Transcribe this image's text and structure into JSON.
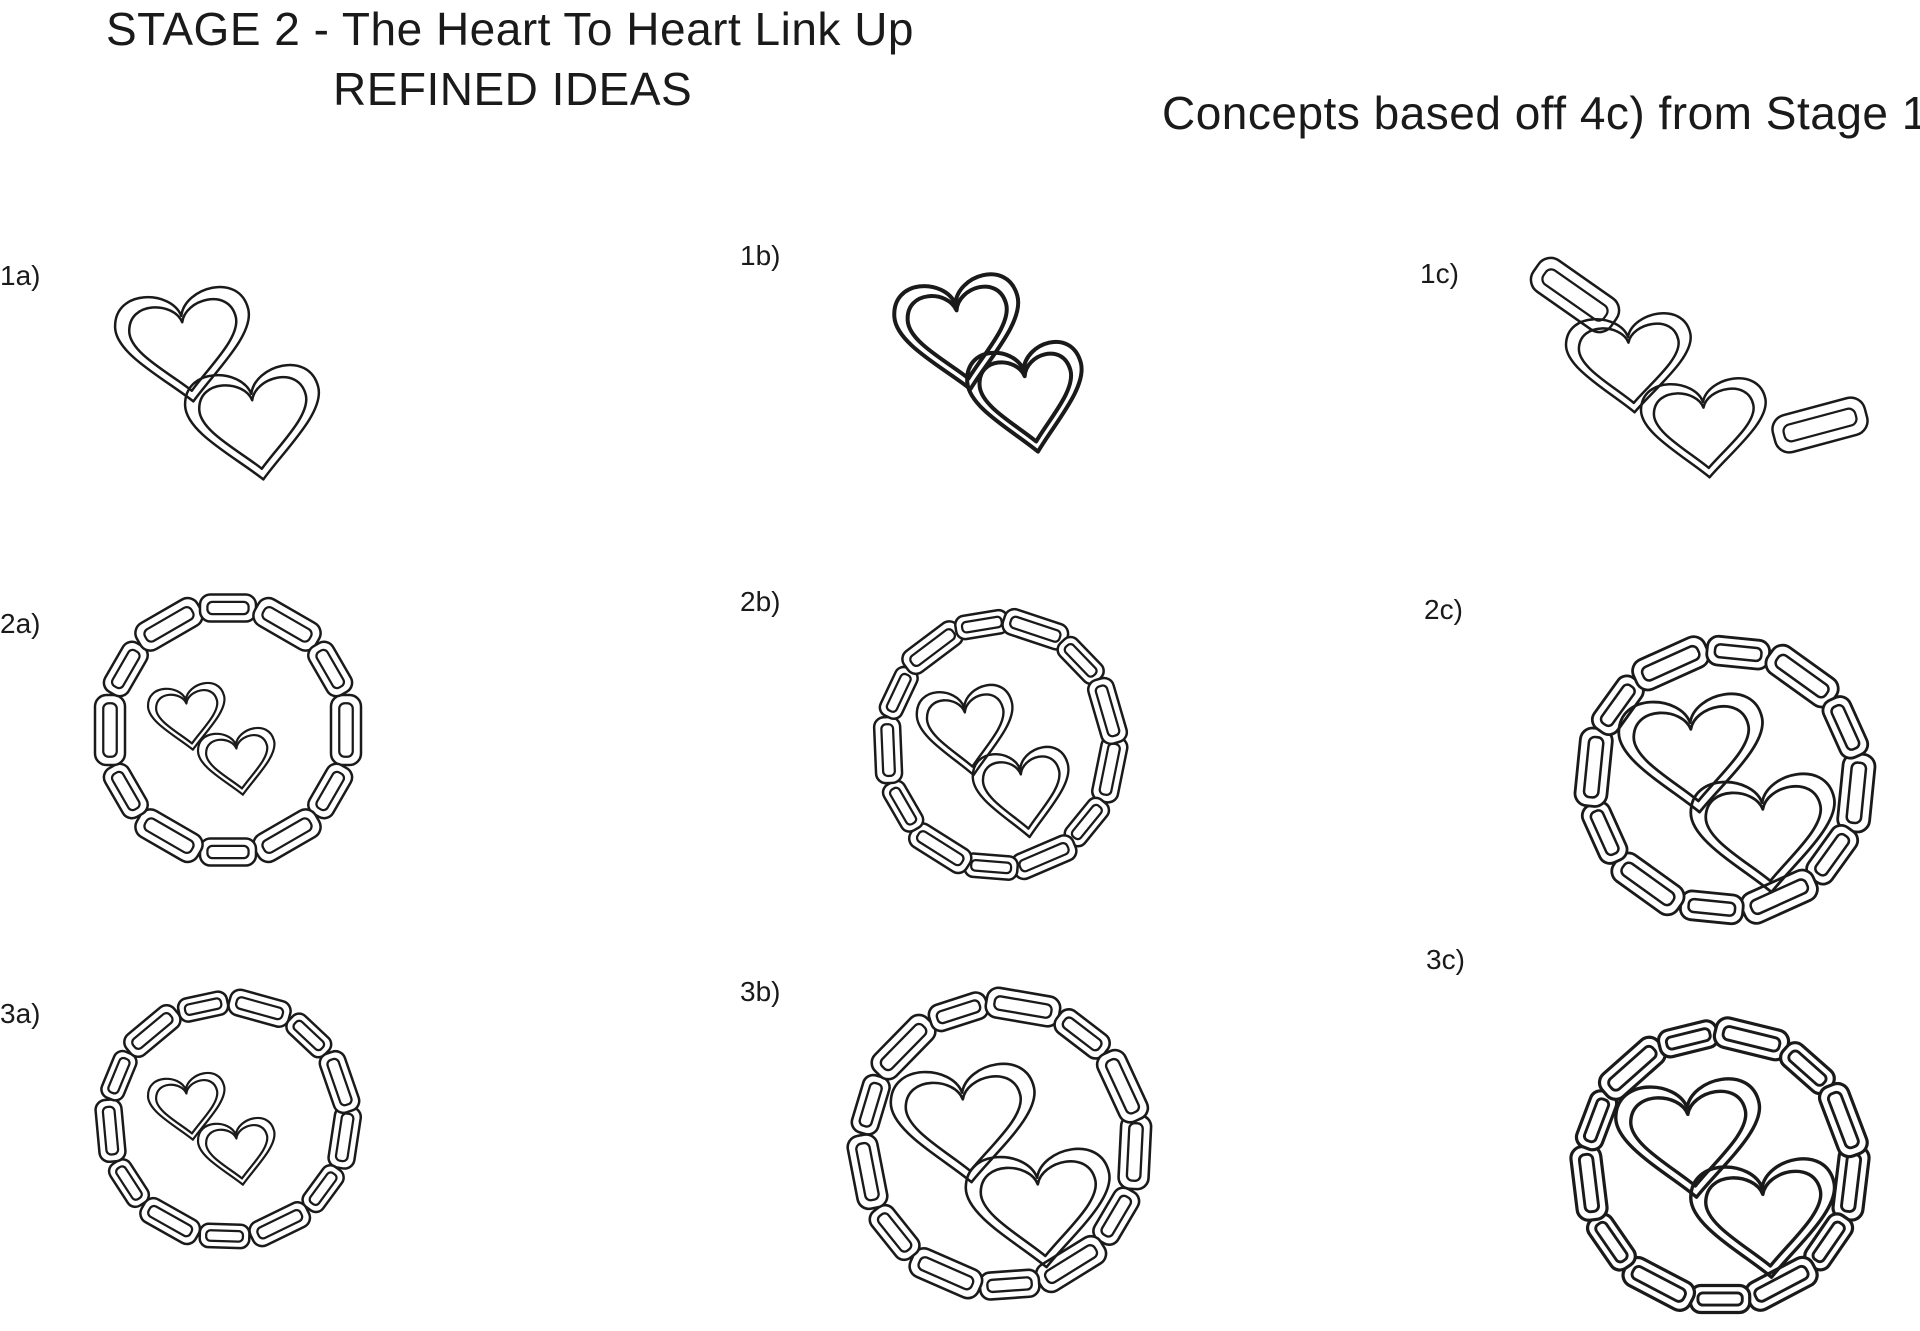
{
  "header": {
    "title": "STAGE 2 - The Heart To Heart Link Up",
    "subtitle": "REFINED IDEAS",
    "note": "Concepts based off 4c) from Stage 1."
  },
  "concepts": [
    {
      "id": "1a",
      "label": "1a)",
      "style": "hearts-outline"
    },
    {
      "id": "1b",
      "label": "1b)",
      "style": "hearts-bold"
    },
    {
      "id": "1c",
      "label": "1c)",
      "style": "hearts-with-links"
    },
    {
      "id": "2a",
      "label": "2a)",
      "style": "chain-ring-small-hearts"
    },
    {
      "id": "2b",
      "label": "2b)",
      "style": "chain-ring-medium-hearts"
    },
    {
      "id": "2c",
      "label": "2c)",
      "style": "chain-ring-large-hearts"
    },
    {
      "id": "3a",
      "label": "3a)",
      "style": "chain-ring-small-hearts"
    },
    {
      "id": "3b",
      "label": "3b)",
      "style": "chain-ring-large-hearts"
    },
    {
      "id": "3c",
      "label": "3c)",
      "style": "chain-ring-large-hearts-bold"
    }
  ],
  "colors": {
    "ink": "#1a1a1a",
    "background": "#ffffff"
  }
}
